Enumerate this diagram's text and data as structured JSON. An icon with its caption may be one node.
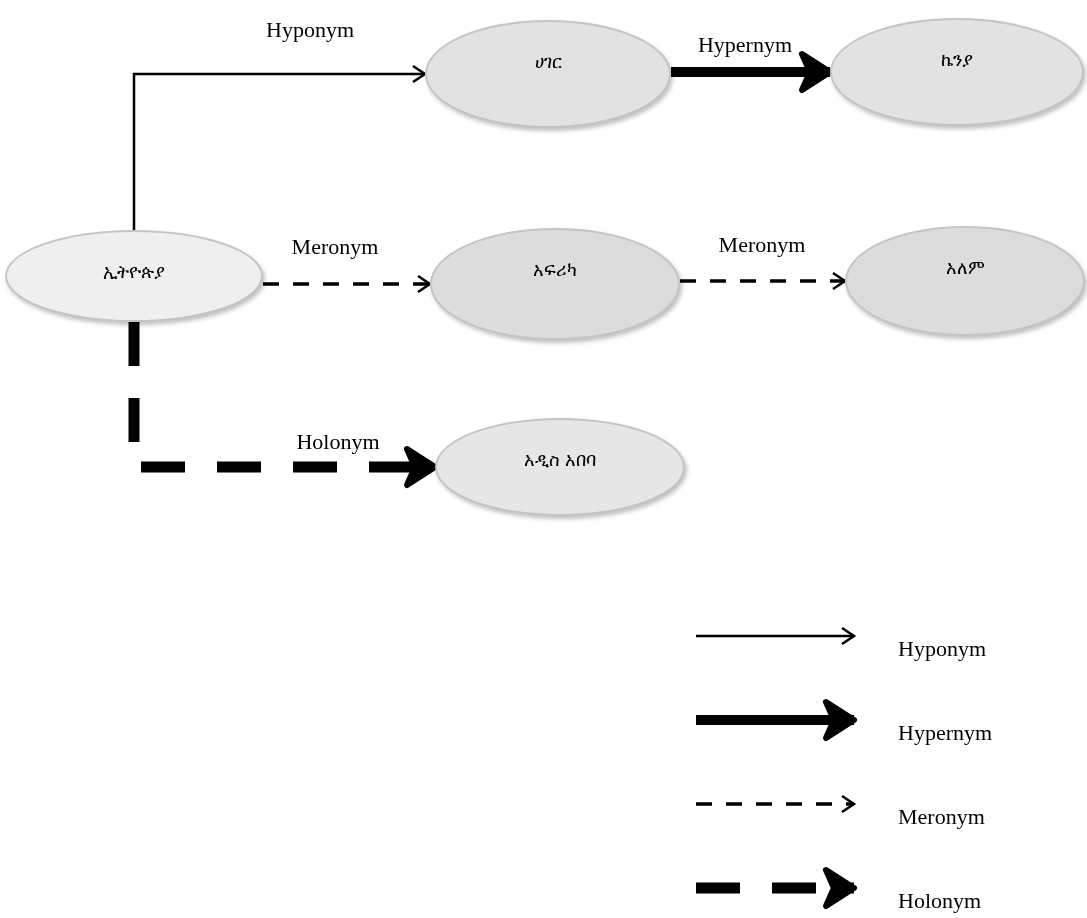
{
  "diagram": {
    "nodes": [
      {
        "text": [
          "ኢትዮጵያ"
        ]
      },
      {
        "text": [
          "ሀገር"
        ]
      },
      {
        "text": [
          "ኬንያ"
        ]
      },
      {
        "text": [
          "አፍሪካ"
        ]
      },
      {
        "text": [
          "አለም"
        ]
      },
      {
        "text": [
          "አዲስ አበባ"
        ]
      }
    ],
    "edges": [
      {
        "from": 0,
        "to": 1,
        "arrow": "to",
        "label": "Hyponym"
      },
      {
        "from": 1,
        "to": 2,
        "arrow": "to",
        "label": "Hypernym",
        "style": "thick"
      },
      {
        "from": 0,
        "to": 3,
        "arrow": "to",
        "label": "Meronym",
        "style": "dashed"
      },
      {
        "from": 3,
        "to": 4,
        "arrow": "to",
        "label": "Meronym",
        "style": "dashed"
      },
      {
        "from": 0,
        "to": 5,
        "arrow": "to",
        "label": "Holonym",
        "style": "dashed"
      }
    ],
    "legend": [
      {
        "text": "Hyponym"
      },
      {
        "text": "Hypernym"
      },
      {
        "text": "Meronym"
      },
      {
        "text": "Holonym"
      }
    ]
  }
}
